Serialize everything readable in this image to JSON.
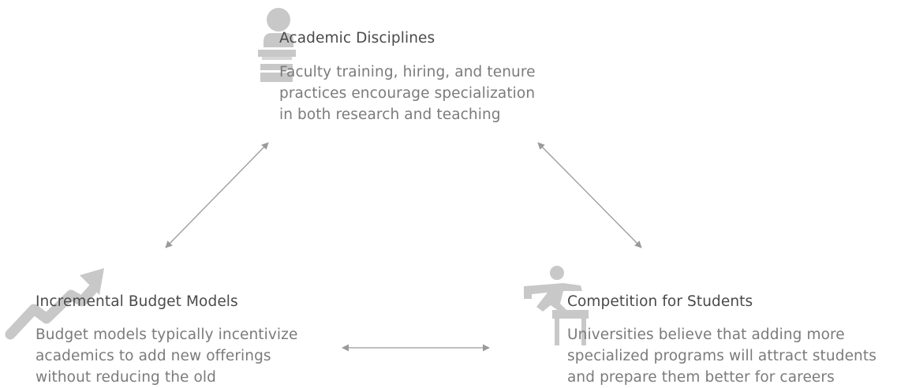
{
  "nodes": {
    "academic": {
      "title": "Academic Disciplines",
      "lines": [
        "Faculty training, hiring, and tenure",
        "practices encourage specialization",
        "in both research and teaching"
      ],
      "icon": "lectern-speaker-icon"
    },
    "budget": {
      "title": "Incremental Budget Models",
      "lines": [
        "Budget models typically incentivize",
        "academics to add new offerings",
        "without reducing the old"
      ],
      "icon": "trending-up-arrow-icon"
    },
    "competition": {
      "title": "Competition for Students",
      "lines": [
        "Universities believe that adding more",
        "specialized programs will attract students",
        "and prepare them better for careers"
      ],
      "icon": "hurdle-jumper-icon"
    }
  },
  "colors": {
    "icon": "#c8c8c8",
    "arrow": "#9a9a9a",
    "title": "#4a4a4a",
    "body": "#7b7b7b"
  }
}
